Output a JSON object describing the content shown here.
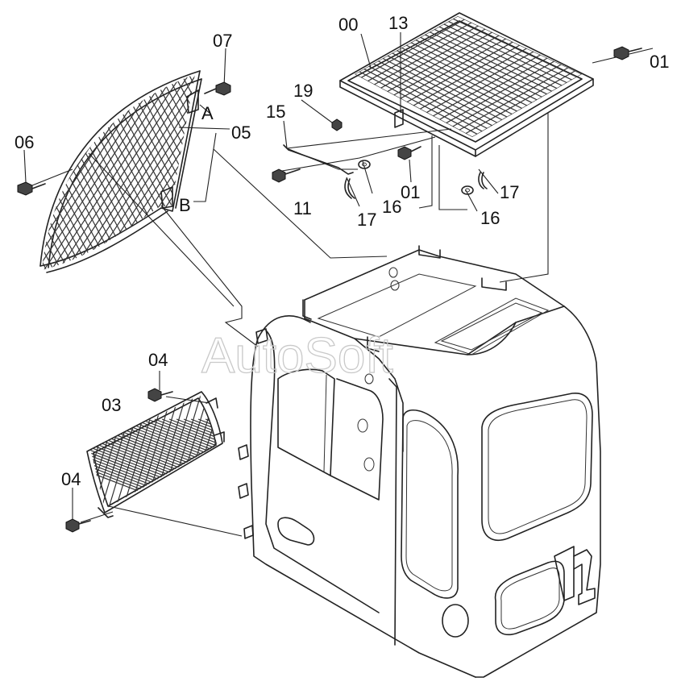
{
  "watermark": "AutoSoft",
  "callouts": {
    "c00": "00",
    "c13": "13",
    "c01a": "01",
    "c19": "19",
    "c07": "07",
    "c15": "15",
    "cA": "A",
    "c05": "05",
    "c06": "06",
    "c01b": "01",
    "cB": "B",
    "c11": "11",
    "c17a": "17",
    "c16a": "16",
    "c17b": "17",
    "c16b": "16",
    "c04a": "04",
    "c03": "03",
    "c04b": "04"
  }
}
